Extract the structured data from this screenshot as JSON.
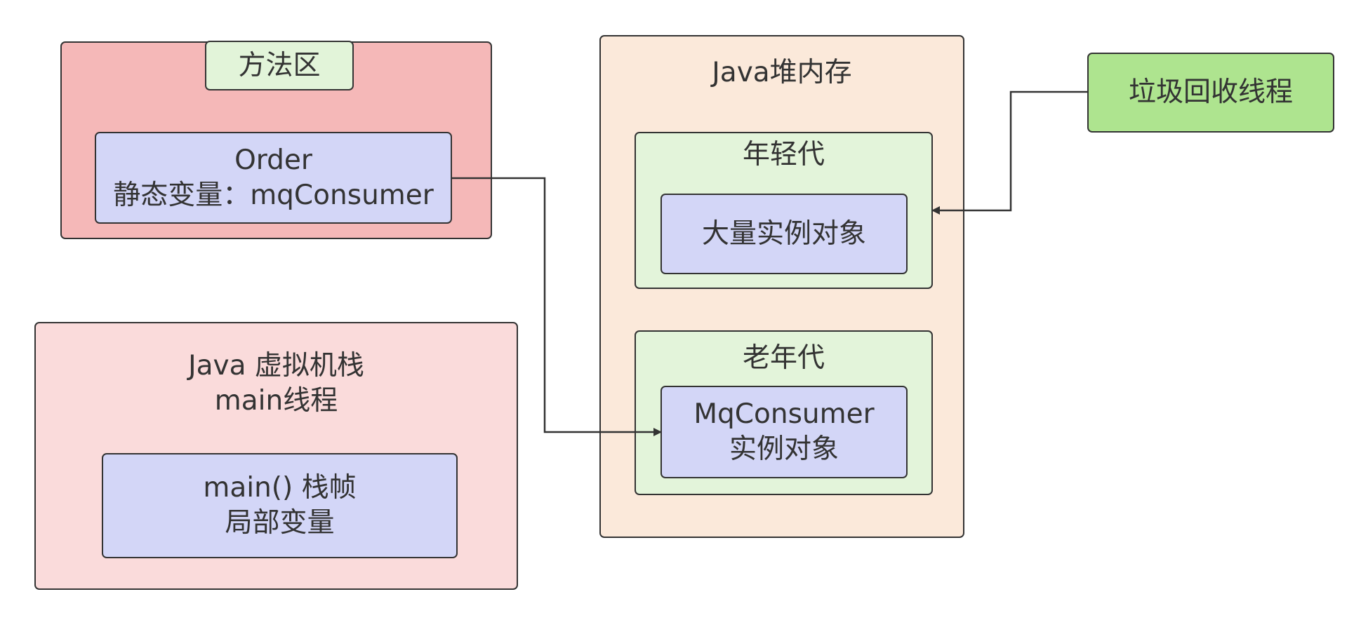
{
  "method_area": {
    "tag": "方法区",
    "order_box": {
      "line1": "Order",
      "line2": "静态变量：mqConsumer"
    }
  },
  "jvm_stack": {
    "title_line1": "Java 虚拟机栈",
    "title_line2": "main线程",
    "frame_box": {
      "line1": "main() 栈帧",
      "line2": "局部变量"
    }
  },
  "heap": {
    "title": "Java堆内存",
    "young_gen": {
      "title": "年轻代",
      "instances": "大量实例对象"
    },
    "old_gen": {
      "title": "老年代",
      "consumer_line1": "MqConsumer",
      "consumer_line2": "实例对象"
    }
  },
  "gc_thread": {
    "label": "垃圾回收线程"
  },
  "colors": {
    "method_area_fill": "#f5b8b8",
    "tag_fill": "#e2f4d9",
    "inner_box_fill": "#d3d6f7",
    "stack_fill": "#fadbdb",
    "heap_fill": "#fbe9da",
    "generation_fill": "#e3f4da",
    "gc_fill": "#aee48f",
    "stroke": "#333333"
  }
}
